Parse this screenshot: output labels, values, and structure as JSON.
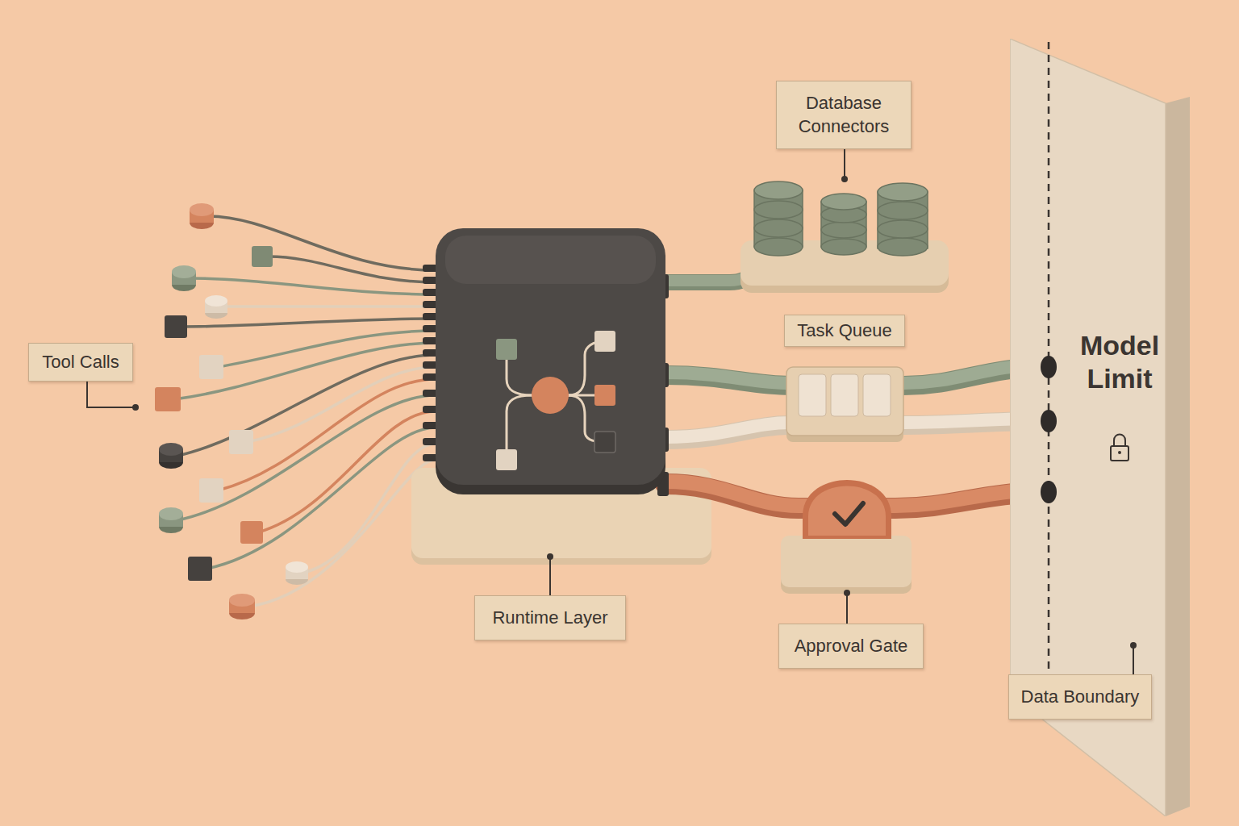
{
  "diagram": {
    "nodes": [
      {
        "text": [
          "Database Connectors"
        ]
      },
      {
        "text": [
          "Tool Calls"
        ]
      },
      {
        "text": [
          "Task Queue"
        ]
      },
      {
        "text": [
          "Model Limit"
        ]
      },
      {
        "text": [
          "Runtime Layer"
        ]
      },
      {
        "text": [
          "Approval Gate"
        ]
      },
      {
        "text": [
          "Data Boundary"
        ]
      }
    ]
  }
}
